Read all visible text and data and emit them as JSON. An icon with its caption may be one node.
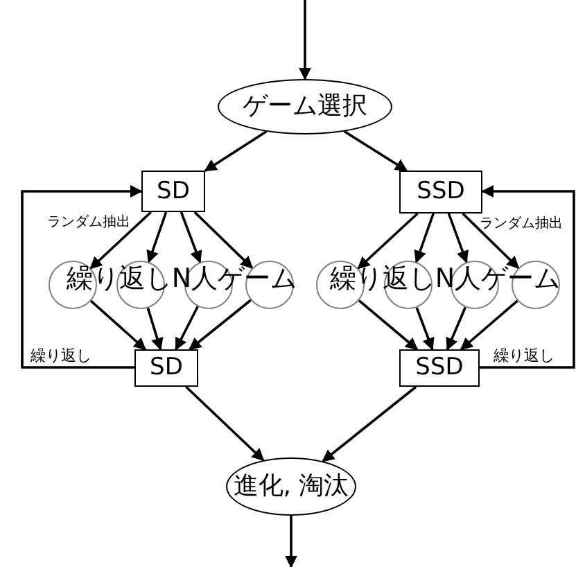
{
  "diagram": {
    "nodes": [
      {
        "text": [
          "ゲーム選択"
        ]
      },
      {
        "text": [
          "SD"
        ]
      },
      {
        "text": [
          "SSD"
        ]
      },
      {
        "text": [],
        "shape": "circle"
      },
      {
        "text": [],
        "shape": "circle"
      },
      {
        "text": [],
        "shape": "circle"
      },
      {
        "text": [],
        "shape": "circle"
      },
      {
        "text": [],
        "shape": "circle"
      },
      {
        "text": [],
        "shape": "circle"
      },
      {
        "text": [],
        "shape": "circle"
      },
      {
        "text": [],
        "shape": "circle"
      },
      {
        "text": [
          "SD"
        ]
      },
      {
        "text": [
          "SSD"
        ]
      },
      {
        "text": [
          "進化, 淘汰"
        ]
      }
    ],
    "edges": [
      {
        "from": null,
        "to": 0,
        "arrow": "to"
      },
      {
        "from": 0,
        "to": 1,
        "arrow": "to"
      },
      {
        "from": 0,
        "to": 2,
        "arrow": "to"
      },
      {
        "from": 1,
        "to": 3,
        "arrow": "to"
      },
      {
        "from": 1,
        "to": 4,
        "arrow": "to"
      },
      {
        "from": 1,
        "to": 5,
        "arrow": "to"
      },
      {
        "from": 1,
        "to": 6,
        "arrow": "to"
      },
      {
        "from": 2,
        "to": 7,
        "arrow": "to"
      },
      {
        "from": 2,
        "to": 8,
        "arrow": "to"
      },
      {
        "from": 2,
        "to": 9,
        "arrow": "to"
      },
      {
        "from": 2,
        "to": 10,
        "arrow": "to"
      },
      {
        "from": 3,
        "to": 11,
        "arrow": "to"
      },
      {
        "from": 4,
        "to": 11,
        "arrow": "to"
      },
      {
        "from": 5,
        "to": 11,
        "arrow": "to"
      },
      {
        "from": 6,
        "to": 11,
        "arrow": "to"
      },
      {
        "from": 7,
        "to": 12,
        "arrow": "to"
      },
      {
        "from": 8,
        "to": 12,
        "arrow": "to"
      },
      {
        "from": 9,
        "to": 12,
        "arrow": "to"
      },
      {
        "from": 10,
        "to": 12,
        "arrow": "to"
      },
      {
        "from": 11,
        "to": 1,
        "arrow": "to"
      },
      {
        "from": 12,
        "to": 2,
        "arrow": "to"
      },
      {
        "from": 11,
        "to": 13,
        "arrow": "to"
      },
      {
        "from": 12,
        "to": 13,
        "arrow": "to"
      },
      {
        "from": 13,
        "to": null,
        "arrow": "to"
      }
    ],
    "labels": [
      "ランダム抽出",
      "ランダム抽出",
      "繰り返しN人ゲーム",
      "繰り返しN人ゲーム",
      "繰り返し",
      "繰り返し"
    ]
  }
}
